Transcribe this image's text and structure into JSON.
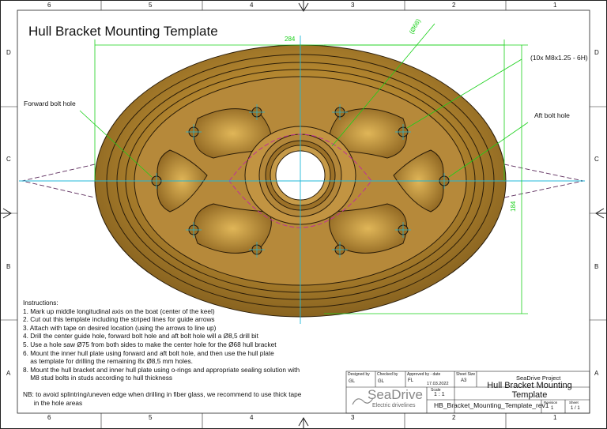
{
  "title": "Hull Bracket Mounting Template",
  "callouts": {
    "forward": "Forward bolt hole",
    "aft": "Aft bolt hole",
    "thread": "(10x M8x1.25 - 6H)"
  },
  "dimensions": {
    "width": "284",
    "height": "184",
    "diameter": "(Ø68)"
  },
  "instructions": {
    "heading": "Instructions:",
    "lines": [
      "1. Mark up middle longitudinal axis on the boat (center of the keel)",
      "2. Cut out this template including the striped lines for guide arrows",
      "3. Attach with tape on desired location (using the arrows to line up)",
      "4. Drill the center guide hole, forward bolt hole and aft bolt hole will a Ø8,5 drill bit",
      "5. Use a hole saw Ø75 from both sides to make the center hole for the Ø68 hull bracket",
      "6. Mount the inner hull plate using forward and aft bolt hole, and then use the hull plate",
      "    as template for drilling the remaining 8x Ø8,5 mm holes.",
      "8. Mount the hull bracket and inner hull plate using o-rings and appropriate sealing solution with",
      "    M8 stud bolts in studs according to hull thickness"
    ],
    "nb_line1": "NB: to avoid splintring/uneven edge when drilling in fiber glass, we recommend to use thick tape",
    "nb_line2": "      in the hole areas"
  },
  "ruler": {
    "columns": [
      "6",
      "5",
      "4",
      "3",
      "2",
      "1"
    ],
    "rows": [
      "D",
      "C",
      "B",
      "A"
    ]
  },
  "title_block": {
    "designed_by_label": "Designed by",
    "designed_by": "GL",
    "checked_by_label": "Checked by",
    "checked_by": "GL",
    "approved_label": "Approved by - date",
    "approved_by": "FL",
    "approved_date": "17.03.2022",
    "sheet_size_label": "Sheet Size",
    "sheet_size": "A3",
    "scale_label": "Scale",
    "scale": "1 : 1",
    "project": "SeaDrive Project",
    "drawing_title": "Hull Bracket Mounting Template",
    "filename": "HB_Bracket_Mounting_Template_rev1",
    "revision_label": "Revision",
    "revision": "1",
    "sheet_label": "Sheet",
    "sheet": "1 / 1",
    "logo_name": "SeaDrive",
    "logo_tagline": "Electric drivelines"
  },
  "colors": {
    "bronze": "#b58a34",
    "dimension": "#19d019",
    "centerline": "#20b8d8",
    "guide": "#b0309a"
  }
}
